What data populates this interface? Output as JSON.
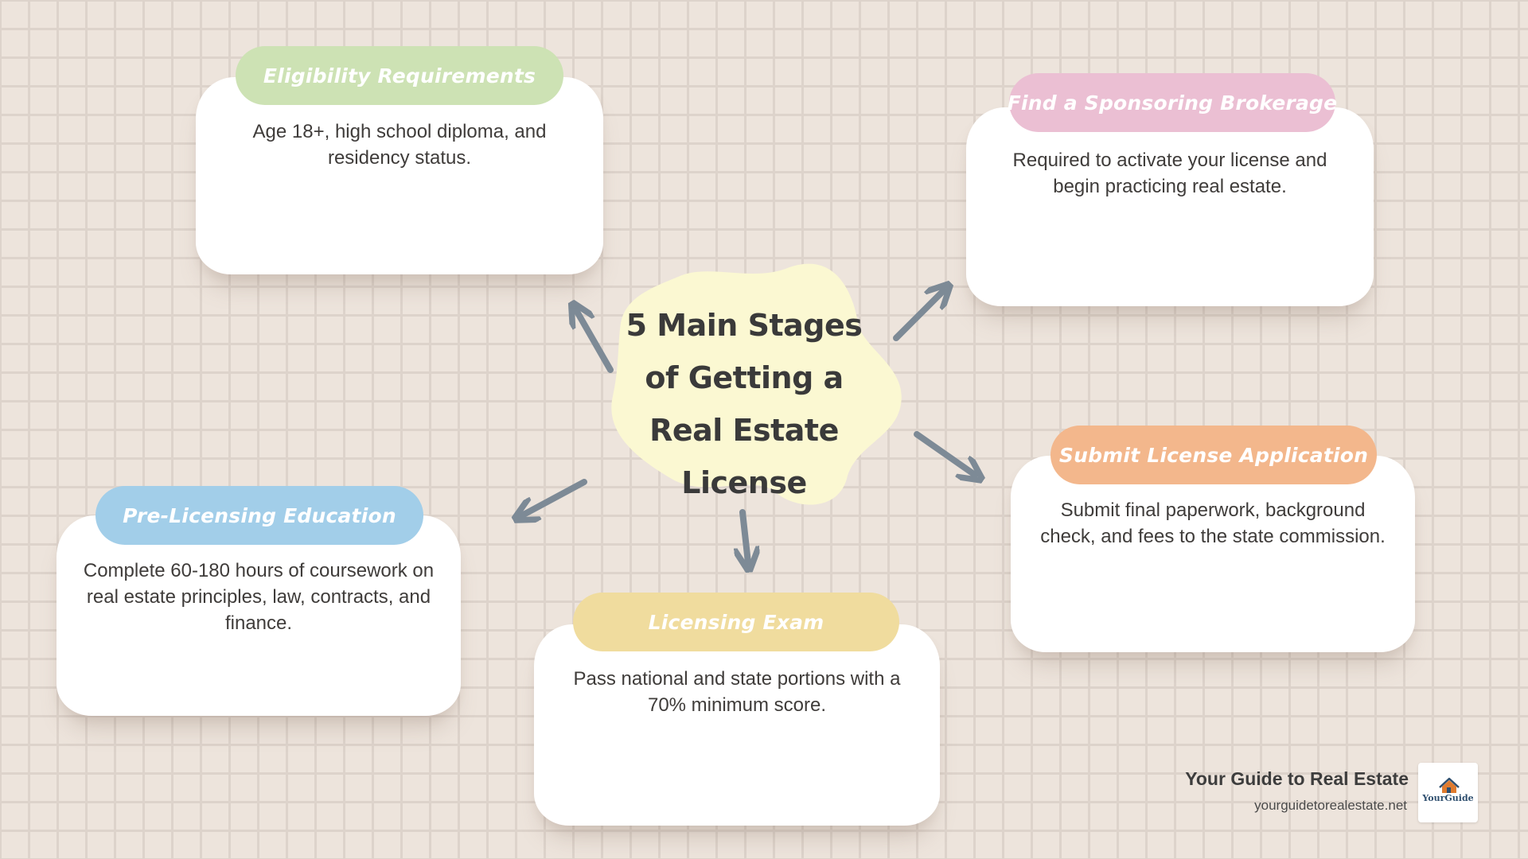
{
  "title": "5 Main Stages of Getting a Real Estate License",
  "stages": [
    {
      "key": "eligibility",
      "heading": "Eligibility Requirements",
      "text": "Age 18+, high school diploma, and residency status.",
      "color": "#cde2b4"
    },
    {
      "key": "brokerage",
      "heading": "Find a Sponsoring Brokerage",
      "text": "Required to activate your license and begin practicing real estate.",
      "color": "#ebbfd3"
    },
    {
      "key": "application",
      "heading": "Submit License Application",
      "text": "Submit final paperwork, background check, and fees to the state commission.",
      "color": "#f3b78c"
    },
    {
      "key": "exam",
      "heading": "Licensing Exam",
      "text": "Pass national and state portions with a 70% minimum score.",
      "color": "#f0dc9e"
    },
    {
      "key": "education",
      "heading": "Pre-Licensing Education",
      "text": "Complete 60-180 hours of coursework on real estate principles, law, contracts, and finance.",
      "color": "#a2cee9"
    }
  ],
  "colors": {
    "background": "#ede4dc",
    "grid": "#ddd3cb",
    "blob": "#fbf8d2",
    "arrow": "#7d8a96"
  },
  "brand": {
    "name": "Your Guide to Real Estate",
    "url": "yourguidetorealestate.net",
    "logo_text": "YourGuide"
  }
}
